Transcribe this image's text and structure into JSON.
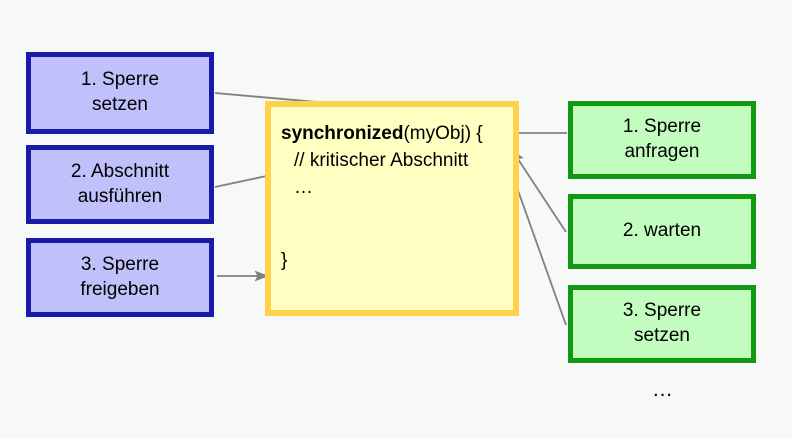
{
  "diagram": {
    "title": "synchronized block with lock acquisition steps",
    "background_color": "#f7f8f8",
    "colors": {
      "blue_fill": "#c0c0fb",
      "blue_border": "#1a1aa8",
      "green_fill": "#c2fdbf",
      "green_border": "#119911",
      "code_fill": "#ffffc2",
      "code_border": "#ffd24d",
      "arrow_color": "#808080"
    }
  },
  "left_steps": [
    {
      "line1": "1. Sperre",
      "line2": "setzen"
    },
    {
      "line1": "2. Abschnitt",
      "line2": "ausführen"
    },
    {
      "line1": "3. Sperre",
      "line2": "freigeben"
    }
  ],
  "code_block": {
    "line1_keyword": "synchronized",
    "line1_rest": "(myObj) {",
    "line2": "// kritischer Abschnitt",
    "line3": "…",
    "line4": "}"
  },
  "right_steps": [
    {
      "line1": "1. Sperre",
      "line2": "anfragen"
    },
    {
      "line1": "2. warten",
      "line2": ""
    },
    {
      "line1": "3. Sperre",
      "line2": "setzen"
    }
  ],
  "right_more": "…"
}
